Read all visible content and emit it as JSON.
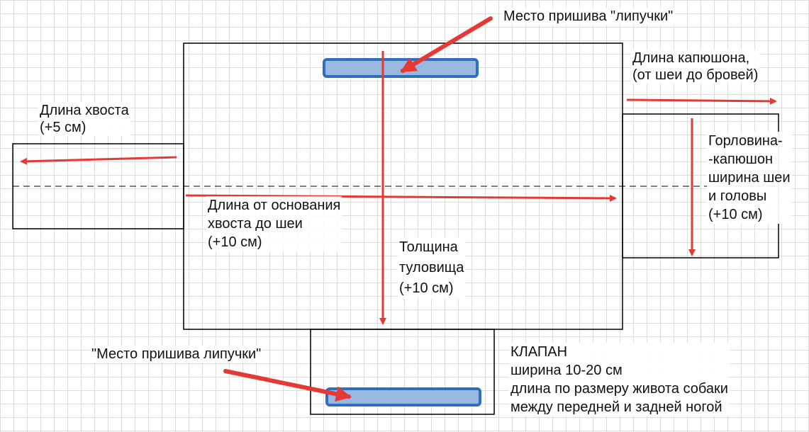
{
  "colors": {
    "outline": "#000000",
    "arrow": "#e53935",
    "velcro_fill": "#9ab7e0",
    "velcro_stroke": "#2f6fbf",
    "grid": "#dcdcdc",
    "text": "#111111"
  },
  "labels": {
    "velcro_top": "Место пришива \"липучки\"",
    "hood_length": "Длина капюшона,\n(от шеи до бровей)",
    "tail_length": "Длина хвоста\n(+5 см)",
    "neck_hood": "Горловина-\n-капюшон\nширина шеи\nи головы\n(+10 см)",
    "body_length": "Длина от основания\nхвоста до шеи\n(+10 см)",
    "body_thickness": "Толщина\nтуловища\n(+10 см)",
    "velcro_bottom": "\"Место пришива липучки\"",
    "flap": "КЛАПАН\nширина 10-20 см\nдлина по размеру живота собаки\nмежду передней и задней ногой"
  }
}
